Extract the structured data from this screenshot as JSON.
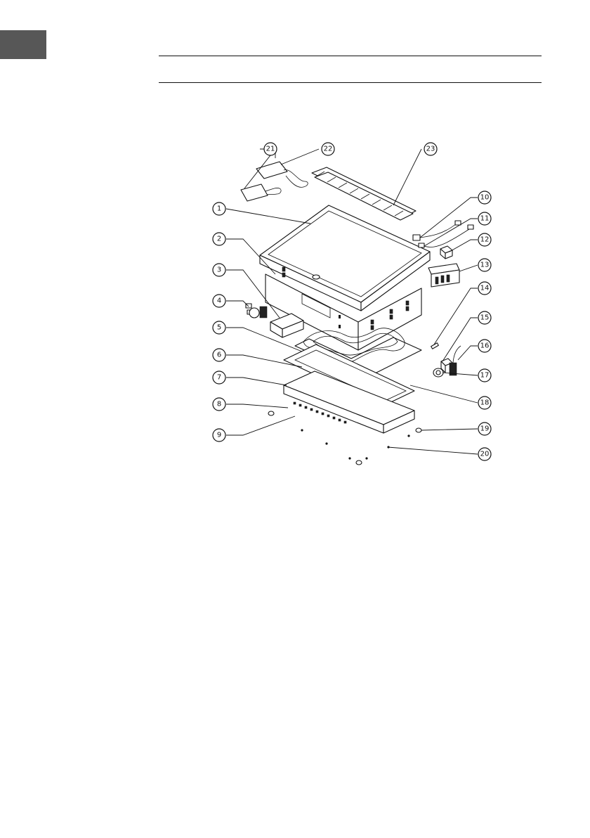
{
  "page": {
    "language_tab_color": "#575757",
    "rule_color": "#111111"
  },
  "diagram": {
    "callouts": [
      "1",
      "2",
      "3",
      "4",
      "5",
      "6",
      "7",
      "8",
      "9",
      "10",
      "11",
      "12",
      "13",
      "14",
      "15",
      "16",
      "17",
      "18",
      "19",
      "20",
      "21",
      "22",
      "23"
    ]
  }
}
